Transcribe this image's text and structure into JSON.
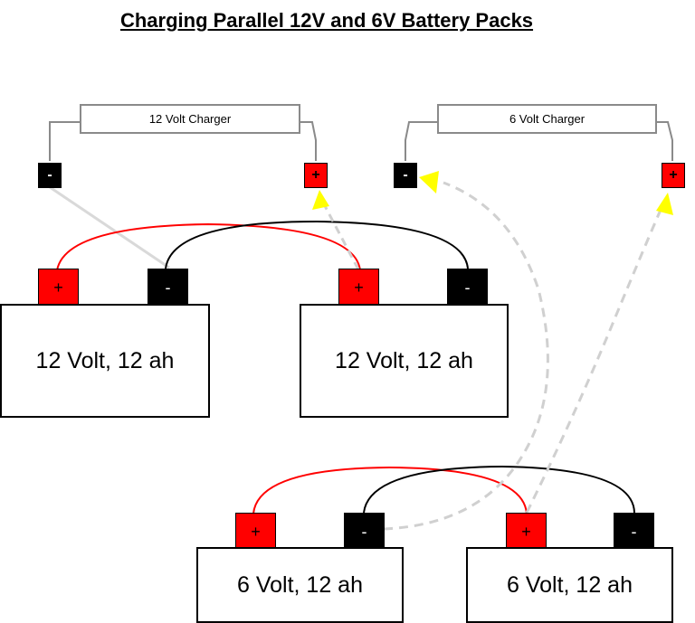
{
  "title": "Charging Parallel 12V and 6V Battery Packs",
  "chargers": [
    {
      "label": "12 Volt Charger",
      "negative": "-",
      "positive": "+"
    },
    {
      "label": "6 Volt Charger",
      "negative": "-",
      "positive": "+"
    }
  ],
  "batteries": [
    {
      "label": "12 Volt, 12 ah",
      "positive": "+",
      "negative": "-"
    },
    {
      "label": "12 Volt, 12 ah",
      "positive": "+",
      "negative": "-"
    },
    {
      "label": "6 Volt, 12 ah",
      "positive": "+",
      "negative": "-"
    },
    {
      "label": "6 Volt, 12 ah",
      "positive": "+",
      "negative": "-"
    }
  ],
  "colors": {
    "positive": "#ff0000",
    "negative": "#000000",
    "charger_lead": "#8a8a8a",
    "connection_wire": "#d9d9d9",
    "dashed_wire": "#d0d0d0",
    "arrow": "#ffff00"
  }
}
